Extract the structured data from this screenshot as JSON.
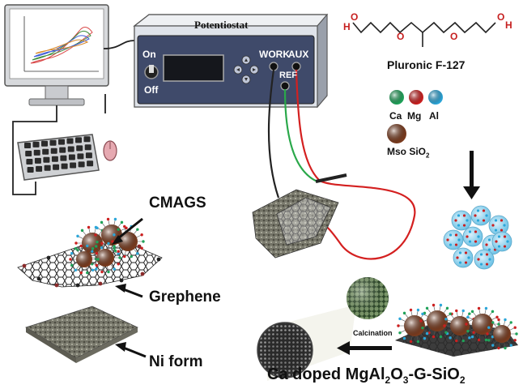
{
  "potentiostat": {
    "title": "Potentiostat",
    "switch_on": "On",
    "switch_off": "Off",
    "port_work": "WORK",
    "port_aux": "AUX",
    "port_ref": "REF"
  },
  "molecule": {
    "name": "Pluronic F-127",
    "atom_o": "O",
    "atom_h": "H"
  },
  "precursors": {
    "ca": "Ca",
    "mg": "Mg",
    "al": "Al",
    "silica": "Mso SiO",
    "silica_sub": "2"
  },
  "labels": {
    "cmags": "CMAGS",
    "graphene": "Grephene",
    "ni_foam": "Ni form",
    "calcination": "Calcination"
  },
  "product": {
    "prefix": "Ca doped MgAl",
    "sub1": "2",
    "mid1": "O",
    "sub2": "3",
    "suffix": "-G-SiO",
    "sub3": "2"
  },
  "colors": {
    "ca": "#1fa35a",
    "mg": "#cc1f1f",
    "al": "#2ba6d9",
    "silica": "#7a3b1e",
    "wire_red": "#d42020",
    "wire_green": "#2aa84a",
    "potentiostat_body": "#dfe3ea",
    "panel": "#3f4a6a"
  }
}
